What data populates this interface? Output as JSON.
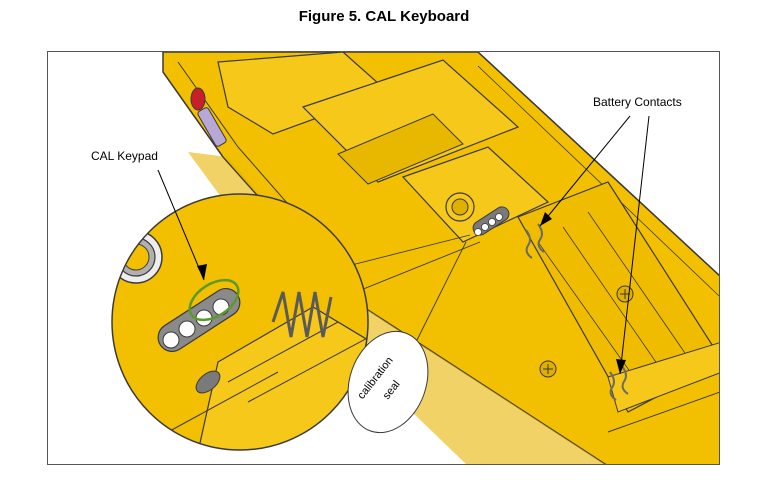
{
  "figure": {
    "title": "Figure 5. CAL Keyboard"
  },
  "labels": {
    "cal_keypad": "CAL Keypad",
    "battery_contacts": "Battery Contacts",
    "seal_line1": "calibration",
    "seal_line2": "seal"
  },
  "colors": {
    "device_yellow": "#f2c000",
    "device_dark": "#d9a800",
    "outline": "#3a3a3a",
    "highlight_ring": "#5a9a2a",
    "button_gray": "#8a8a8a",
    "red_button": "#c8202a"
  }
}
